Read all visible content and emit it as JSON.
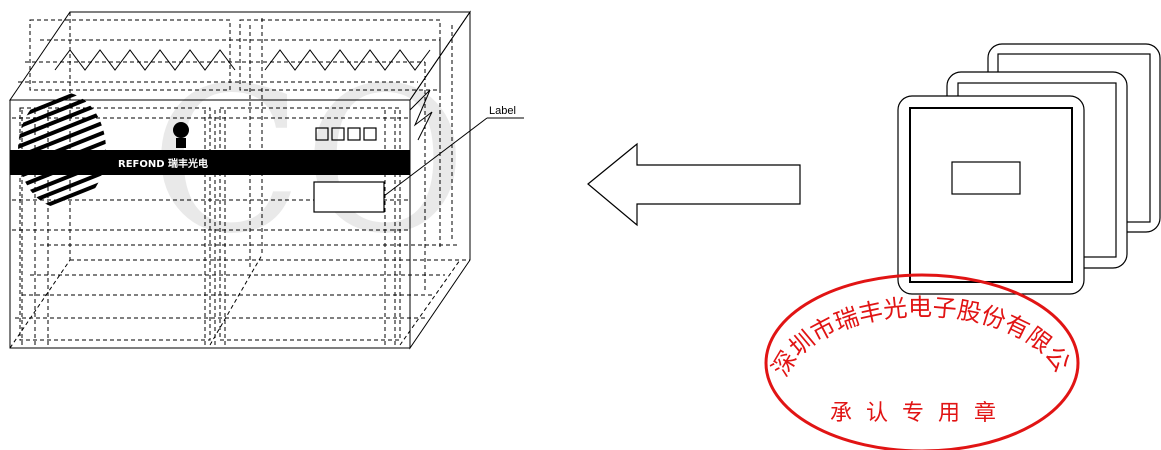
{
  "carton": {
    "label_callout": "Label",
    "brand_strip_text": "REFOND 瑞丰光电"
  },
  "seal": {
    "company_name": "深圳市瑞丰光电子股份有限公司",
    "purpose": "承认专用章",
    "color": "#e11414"
  },
  "watermark": {
    "text": "CO"
  },
  "colors": {
    "line": "#000000",
    "background": "#ffffff"
  }
}
